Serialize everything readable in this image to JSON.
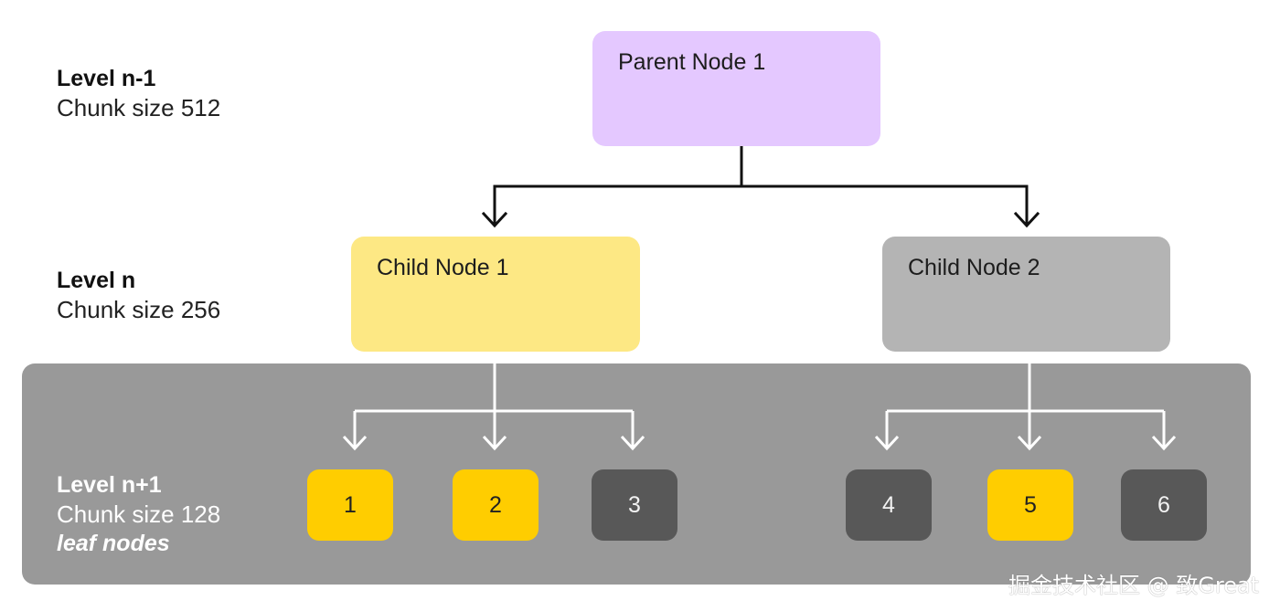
{
  "levels": {
    "top": {
      "title": "Level n-1",
      "chunk": "Chunk size 512"
    },
    "mid": {
      "title": "Level n",
      "chunk": "Chunk size 256"
    },
    "leaf": {
      "title": "Level n+1",
      "chunk": "Chunk size 128",
      "note": "leaf nodes"
    }
  },
  "nodes": {
    "parent": "Parent Node 1",
    "child1": "Child Node 1",
    "child2": "Child Node 2"
  },
  "leaves": [
    "1",
    "2",
    "3",
    "4",
    "5",
    "6"
  ],
  "colors": {
    "parent": "#e4c8ff",
    "child1": "#fde884",
    "child2": "#b4b4b4",
    "leaf_highlight": "#ffcd00",
    "leaf_dim": "#585858",
    "panel": "#999999"
  },
  "watermark": "掘金技术社区 @ 致Great"
}
